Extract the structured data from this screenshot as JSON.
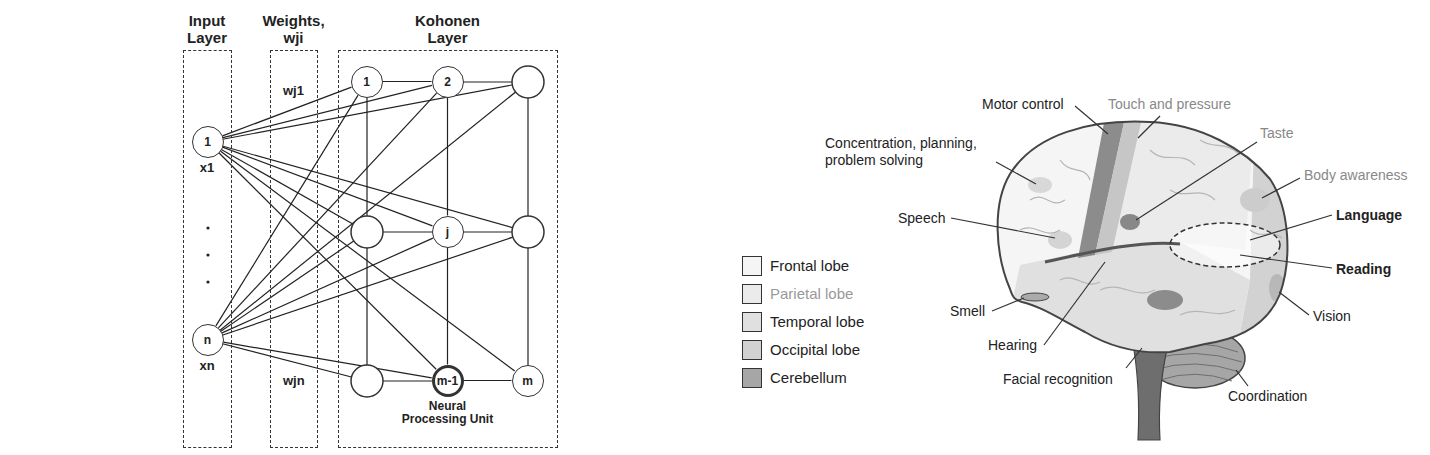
{
  "diagram": {
    "nodes": [
      {
        "text": [
          "Input Layer"
        ]
      },
      {
        "text": [
          "1",
          "x1"
        ],
        "in": 0
      },
      {
        "text": [
          "n",
          "xn"
        ],
        "in": 0
      },
      {
        "text": [
          "Weights, wji"
        ]
      },
      {
        "text": [
          "Kohonen Layer"
        ]
      },
      {
        "text": [
          "1"
        ],
        "in": 4
      },
      {
        "text": [
          "2"
        ],
        "in": 4
      },
      {
        "text": [
          "j"
        ],
        "in": 4
      },
      {
        "text": [
          "m-1",
          "Neural Processing Unit"
        ],
        "in": 4
      },
      {
        "text": [
          "m"
        ],
        "in": 4
      }
    ],
    "edges": [
      {
        "from": 1,
        "to": 5,
        "arrow": "none"
      },
      {
        "from": 1,
        "to": 6,
        "arrow": "none"
      },
      {
        "from": 1,
        "to": 7,
        "arrow": "none"
      },
      {
        "from": 1,
        "to": 8,
        "arrow": "none"
      },
      {
        "from": 1,
        "to": 9,
        "arrow": "none"
      },
      {
        "from": 2,
        "to": 5,
        "arrow": "none"
      },
      {
        "from": 2,
        "to": 6,
        "arrow": "none"
      },
      {
        "from": 2,
        "to": 7,
        "arrow": "none"
      },
      {
        "from": 2,
        "to": 8,
        "arrow": "none"
      },
      {
        "from": 5,
        "to": 6,
        "arrow": "none"
      },
      {
        "from": 6,
        "to": 7,
        "arrow": "none"
      },
      {
        "from": 7,
        "to": 8,
        "arrow": "none"
      },
      {
        "from": 8,
        "to": 9,
        "arrow": "none"
      }
    ],
    "labels": [
      "wj1",
      "wjn",
      "Motor control",
      "Touch and pressure",
      "Taste",
      "Body awareness",
      "Concentration, planning, problem solving",
      "Speech",
      "Language",
      "Reading",
      "Smell",
      "Hearing",
      "Facial recognition",
      "Vision",
      "Coordination"
    ],
    "legend": [
      {
        "text": "Frontal lobe",
        "color": "#f5f5f5"
      },
      {
        "text": "Parietal lobe",
        "color": "#ebebeb"
      },
      {
        "text": "Temporal lobe",
        "color": "#e0e0e0"
      },
      {
        "text": "Occipital lobe",
        "color": "#d2d2d2"
      },
      {
        "text": "Cerebellum",
        "color": "#a6a6a6"
      }
    ]
  }
}
